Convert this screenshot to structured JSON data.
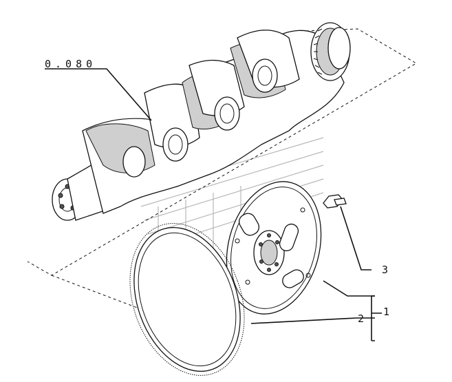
{
  "diagram": {
    "reference_label": "0.080",
    "callouts": [
      {
        "number": "1"
      },
      {
        "number": "2"
      },
      {
        "number": "3"
      }
    ],
    "parts": [
      "crankshaft",
      "flywheel-plate",
      "ring-gear",
      "bolt"
    ]
  }
}
